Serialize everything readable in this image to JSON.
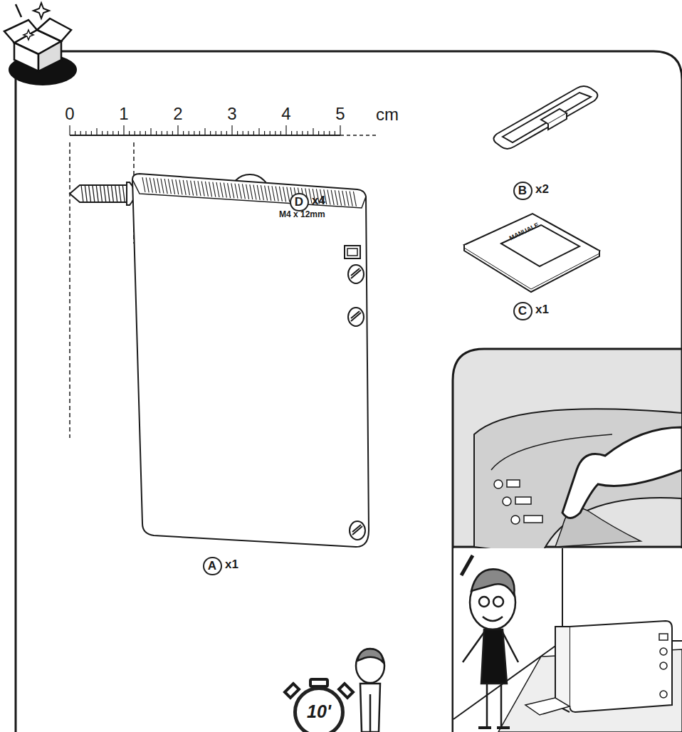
{
  "diagram": {
    "nodes": [
      {
        "text": [
          "D"
        ]
      },
      {
        "text": [
          "B"
        ]
      },
      {
        "text": [
          "C"
        ]
      },
      {
        "text": [
          "A"
        ]
      },
      {
        "text": [
          "10'"
        ]
      }
    ],
    "labels": [
      "0",
      "1",
      "2",
      "3",
      "4",
      "5",
      "cm",
      "x4",
      "M4 x 12mm",
      "x2",
      "MANUALE",
      "x1",
      "x1"
    ]
  }
}
